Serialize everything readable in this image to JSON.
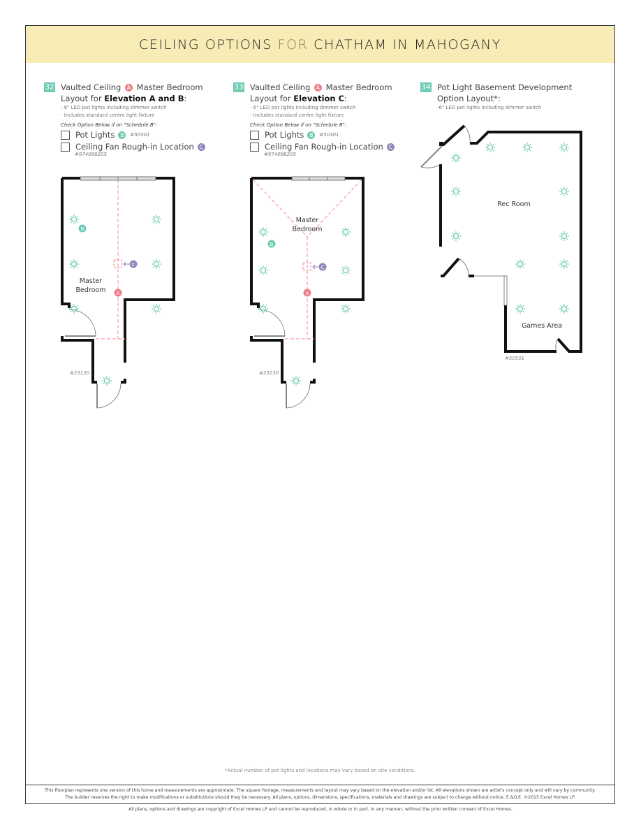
{
  "banner": {
    "title_part1": "CEILING OPTIONS ",
    "title_for": "FOR",
    "title_part2": " CHATHAM IN MAHOGANY",
    "background": "#f7ecb5"
  },
  "colors": {
    "teal": "#6dcab4",
    "coral": "#f07f85",
    "purple": "#8e89bb"
  },
  "sections": [
    {
      "number": "32",
      "title_a": "Vaulted Ceiling",
      "marker_a": "A",
      "title_b": "Master Bedroom",
      "title_line2_prefix": "Layout for ",
      "title_line2_bold": "Elevation A and B",
      "title_line2_suffix": ":",
      "notes": [
        "- 6\" LED pot lights including dimmer switch",
        "- Includes standard centre light fixture"
      ],
      "check_heading": "Check Option Below if on \"Schedule B\":",
      "options": [
        {
          "label": "Pot Lights",
          "marker": "B",
          "code": "#50301"
        },
        {
          "label": "Ceiling Fan Rough-in Location",
          "marker": "C",
          "code": "#974098205"
        }
      ],
      "plan": {
        "room_label_1": "Master",
        "room_label_2": "Bedroom",
        "plan_code": "#23130",
        "marker_a": "A",
        "marker_b": "B",
        "marker_c": "C"
      }
    },
    {
      "number": "33",
      "title_a": "Vaulted Ceiling",
      "marker_a": "A",
      "title_b": "Master Bedroom",
      "title_line2_prefix": "Layout for ",
      "title_line2_bold": "Elevation C",
      "title_line2_suffix": ":",
      "notes": [
        "- 6\" LED pot lights including dimmer switch",
        "- Includes standard centre light fixture"
      ],
      "check_heading": "Check Option Below if on \"Schedule B\":",
      "options": [
        {
          "label": "Pot Lights",
          "marker": "B",
          "code": "#50301"
        },
        {
          "label": "Ceiling Fan Rough-in Location",
          "marker": "C",
          "code": "#974098205"
        }
      ],
      "plan": {
        "room_label_1": "Master",
        "room_label_2": "Bedroom",
        "plan_code": "#23130",
        "marker_a": "A",
        "marker_b": "B",
        "marker_c": "C"
      }
    },
    {
      "number": "34",
      "title_line1": "Pot Light Basement Development",
      "title_line2": "Option Layout*:",
      "notes": [
        "-6\" LED pot lights including dimmer switch"
      ],
      "plan": {
        "room_label_1": "Rec Room",
        "room_label_2": "Games Area",
        "plan_code": "#50501"
      }
    }
  ],
  "footer": {
    "footnote": "*Actual number of pot lights and locations may vary based on site conditions.",
    "disclaimer_line1": "This floorplan represents one version of this home and measurements are approximate. The square footage, measurements and layout may vary based on the elevation and/or lot. All elevations shown are artist's concept only and will vary by community.",
    "disclaimer_line2": "The builder reserves the right to make modifications or substitutions should they be necessary. All plans, options, dimensions, specifications, materials and drawings are subject to change without notice. E.&O.E. ©2015 Excel Homes LP.",
    "copyright": "All plans, options and drawings are copyright of Excel Homes LP and cannot be reproduced, in whole or in part, in any manner, without the prior written consent of Excel Homes."
  }
}
